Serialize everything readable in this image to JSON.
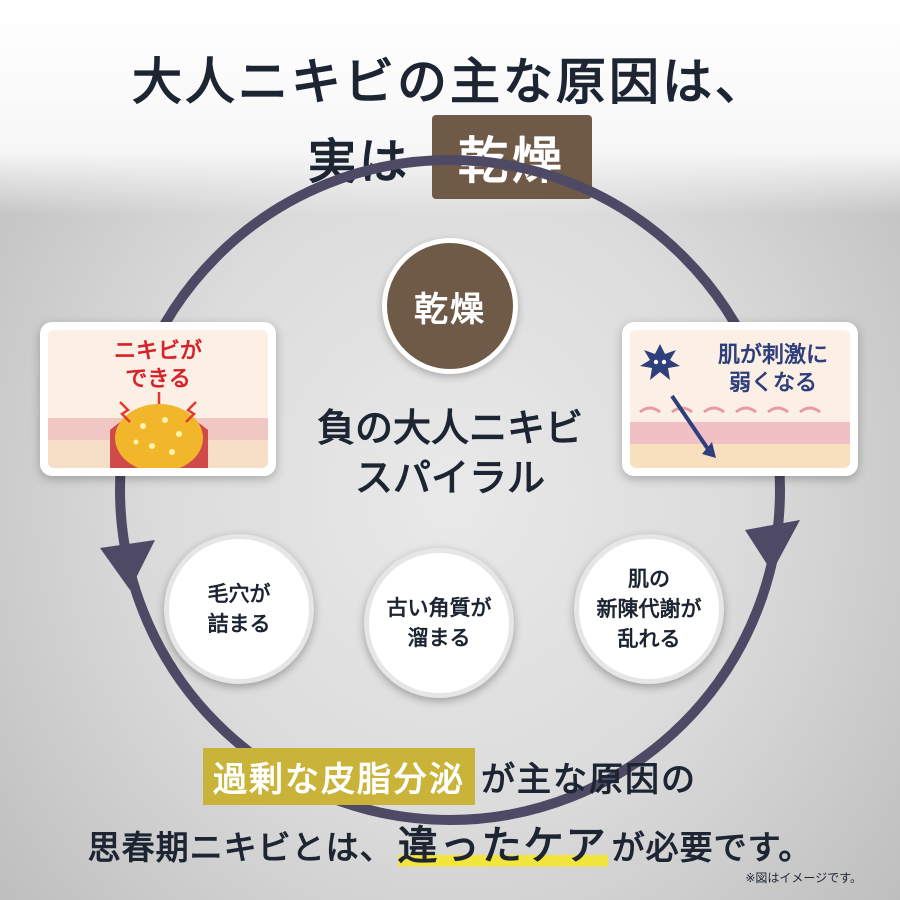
{
  "header": {
    "line1": "大人ニキビの主な原因は、",
    "line2_prefix": "実は",
    "line2_highlight": "乾燥"
  },
  "cycle": {
    "hub_label": "乾燥",
    "center_title_line1": "負の大人ニキビ",
    "center_title_line2": "スパイラル",
    "card_left": {
      "line1": "ニキビが",
      "line2": "できる"
    },
    "card_right": {
      "line1": "肌が刺激に",
      "line2": "弱くなる"
    },
    "node_pores": {
      "line1": "毛穴が",
      "line2": "詰まる"
    },
    "node_keratin": {
      "line1": "古い角質が",
      "line2": "溜まる"
    },
    "node_turnover": {
      "line1": "肌の",
      "line2": "新陳代謝が",
      "line3": "乱れる"
    }
  },
  "footer": {
    "highlight": "過剰な皮脂分泌",
    "line1_rest": "が主な原因の",
    "line2_prefix": "思春期ニキビとは、",
    "line2_emphasis": "違ったケア",
    "line2_suffix": "が必要です。",
    "note": "※図はイメージです。"
  },
  "colors": {
    "brown": "#6e5a47",
    "navy": "#1d2533",
    "cycle_line": "#4e4a66",
    "red": "#d6232a",
    "mustard": "#c9b338",
    "yellow_underline": "#f2e53d"
  }
}
